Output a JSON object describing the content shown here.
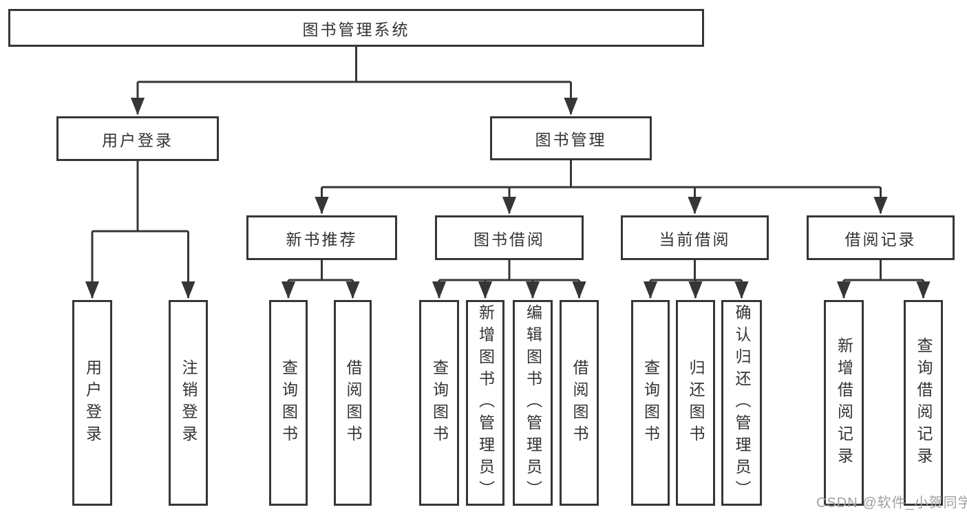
{
  "tree": {
    "root": {
      "label": "图书管理系统"
    },
    "children": [
      {
        "label": "用户登录",
        "children": [
          {
            "label": "用户登录"
          },
          {
            "label": "注销登录"
          }
        ]
      },
      {
        "label": "图书管理",
        "children": [
          {
            "label": "新书推荐",
            "children": [
              {
                "label": "查询图书"
              },
              {
                "label": "借阅图书"
              }
            ]
          },
          {
            "label": "图书借阅",
            "children": [
              {
                "label": "查询图书"
              },
              {
                "label": "新增图书（管理员）"
              },
              {
                "label": "编辑图书（管理员）"
              },
              {
                "label": "借阅图书"
              }
            ]
          },
          {
            "label": "当前借阅",
            "children": [
              {
                "label": "查询图书"
              },
              {
                "label": "归还图书"
              },
              {
                "label": "确认归还（管理员）"
              }
            ]
          },
          {
            "label": "借阅记录",
            "children": [
              {
                "label": "新增借阅记录"
              },
              {
                "label": "查询借阅记录"
              }
            ]
          }
        ]
      }
    ]
  },
  "watermark": {
    "text": "CSDN @软件_小贺同学"
  },
  "colors": {
    "line": "#363636",
    "text": "#333333",
    "background": "#ffffff",
    "watermark": "#a0a0a0"
  }
}
